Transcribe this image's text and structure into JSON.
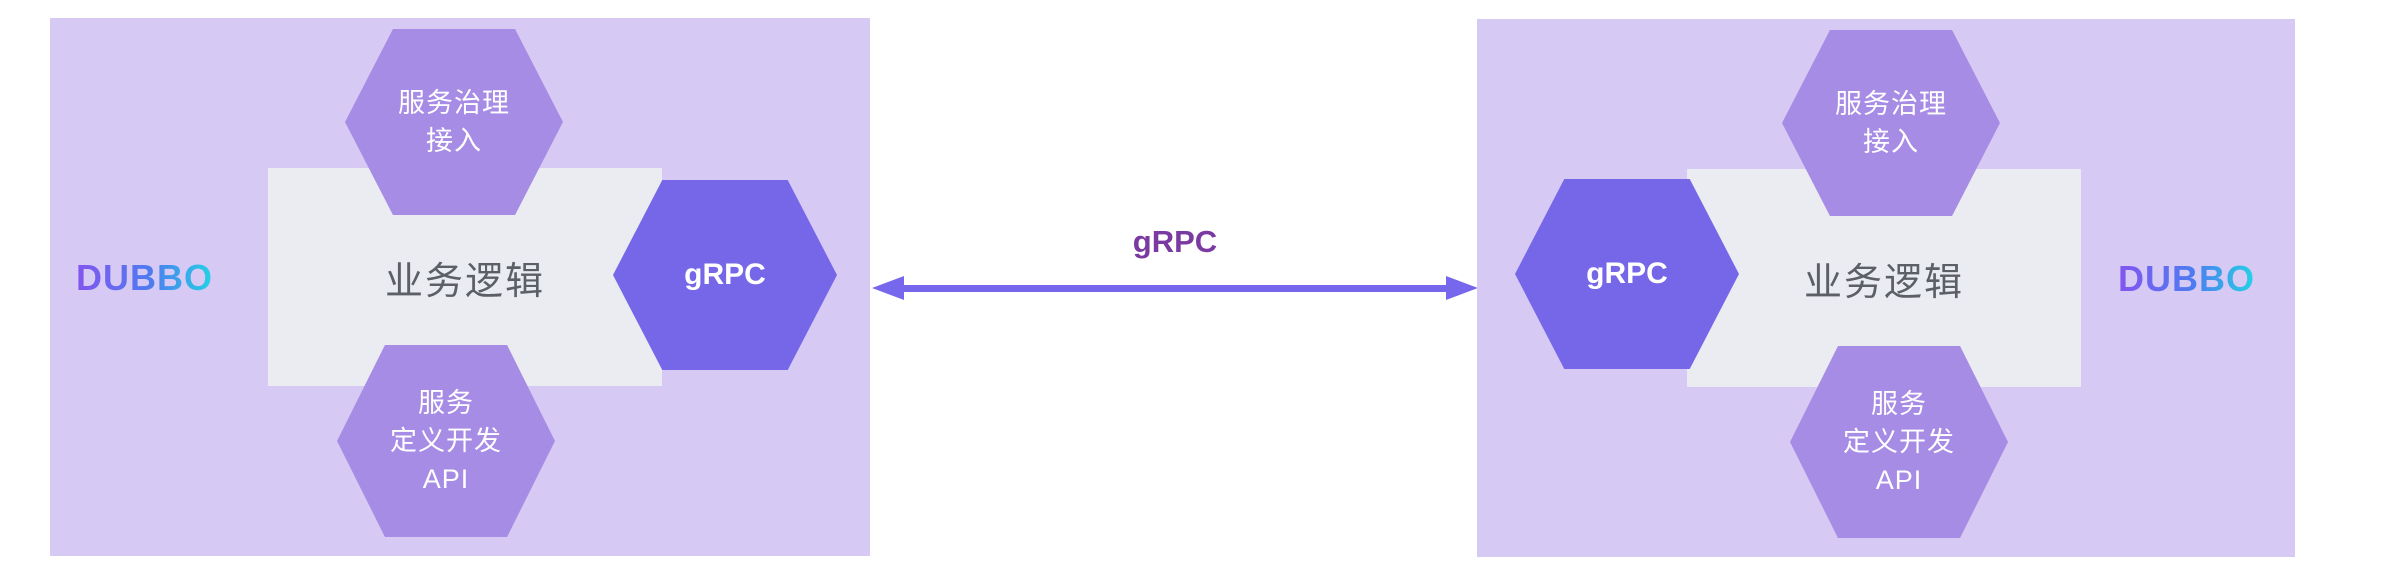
{
  "diagram": {
    "connector": {
      "label": "gRPC"
    },
    "colors": {
      "page_bg": "#ffffff",
      "panel_bg": "#d6caf5",
      "hex_light": "#a78ce5",
      "hex_dark": "#7667e8",
      "gray_box": "#eaecf1",
      "arrow": "#7667ec",
      "connector_label": "#7a3aa2",
      "business_text": "#5c6066",
      "hex_text": "#ffffff",
      "logo_start": "#8455f0",
      "logo_mid": "#4d7cf0",
      "logo_end": "#24d2e4"
    },
    "panels": [
      {
        "side": "left",
        "logo": "DUBBO",
        "governance_hex": {
          "line1": "服务治理",
          "line2": "接入"
        },
        "business_box": "业务逻辑",
        "grpc_hex": "gRPC",
        "api_hex": {
          "line1": "服务",
          "line2": "定义开发",
          "line3": "API"
        }
      },
      {
        "side": "right",
        "logo": "DUBBO",
        "governance_hex": {
          "line1": "服务治理",
          "line2": "接入"
        },
        "business_box": "业务逻辑",
        "grpc_hex": "gRPC",
        "api_hex": {
          "line1": "服务",
          "line2": "定义开发",
          "line3": "API"
        }
      }
    ]
  }
}
